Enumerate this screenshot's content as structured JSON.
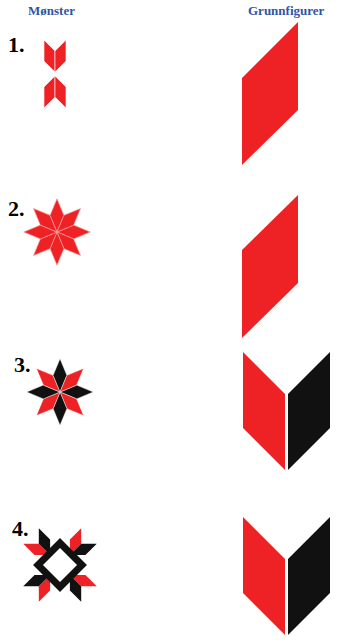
{
  "diagram": {
    "labels": [
      "Mønster",
      "Grunnfigurer",
      "1.",
      "2.",
      "3.",
      "4."
    ]
  }
}
